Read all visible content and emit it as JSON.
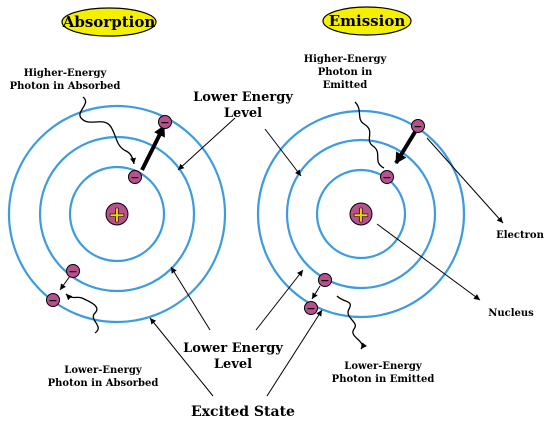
{
  "titles": {
    "absorption": "Absorption",
    "emission": "Emission"
  },
  "labels": {
    "higher_abs_1": "Higher-Energy",
    "higher_abs_2": "Photon in Absorbed",
    "lower_energy_level_top_1": "Lower Energy",
    "lower_energy_level_top_2": "Level",
    "higher_emit_1": "Higher-Energy",
    "higher_emit_2": "Photon in",
    "higher_emit_3": "Emitted",
    "electron": "Electron",
    "nucleus": "Nucleus",
    "lower_abs_1": "Lower-Energy",
    "lower_abs_2": "Photon in Absorbed",
    "lower_energy_level_bottom_1": "Lower Energy",
    "lower_energy_level_bottom_2": "Level",
    "lower_emit_1": "Lower-Energy",
    "lower_emit_2": "Photon in Emitted",
    "excited_state": "Excited State"
  },
  "symbols": {
    "plus": "+",
    "minus": "−"
  },
  "colors": {
    "orbit": "#3d9be0",
    "title_fill": "#f4f000",
    "particle_fill": "#b8508f",
    "nucleus_sign": "#f4d400"
  }
}
